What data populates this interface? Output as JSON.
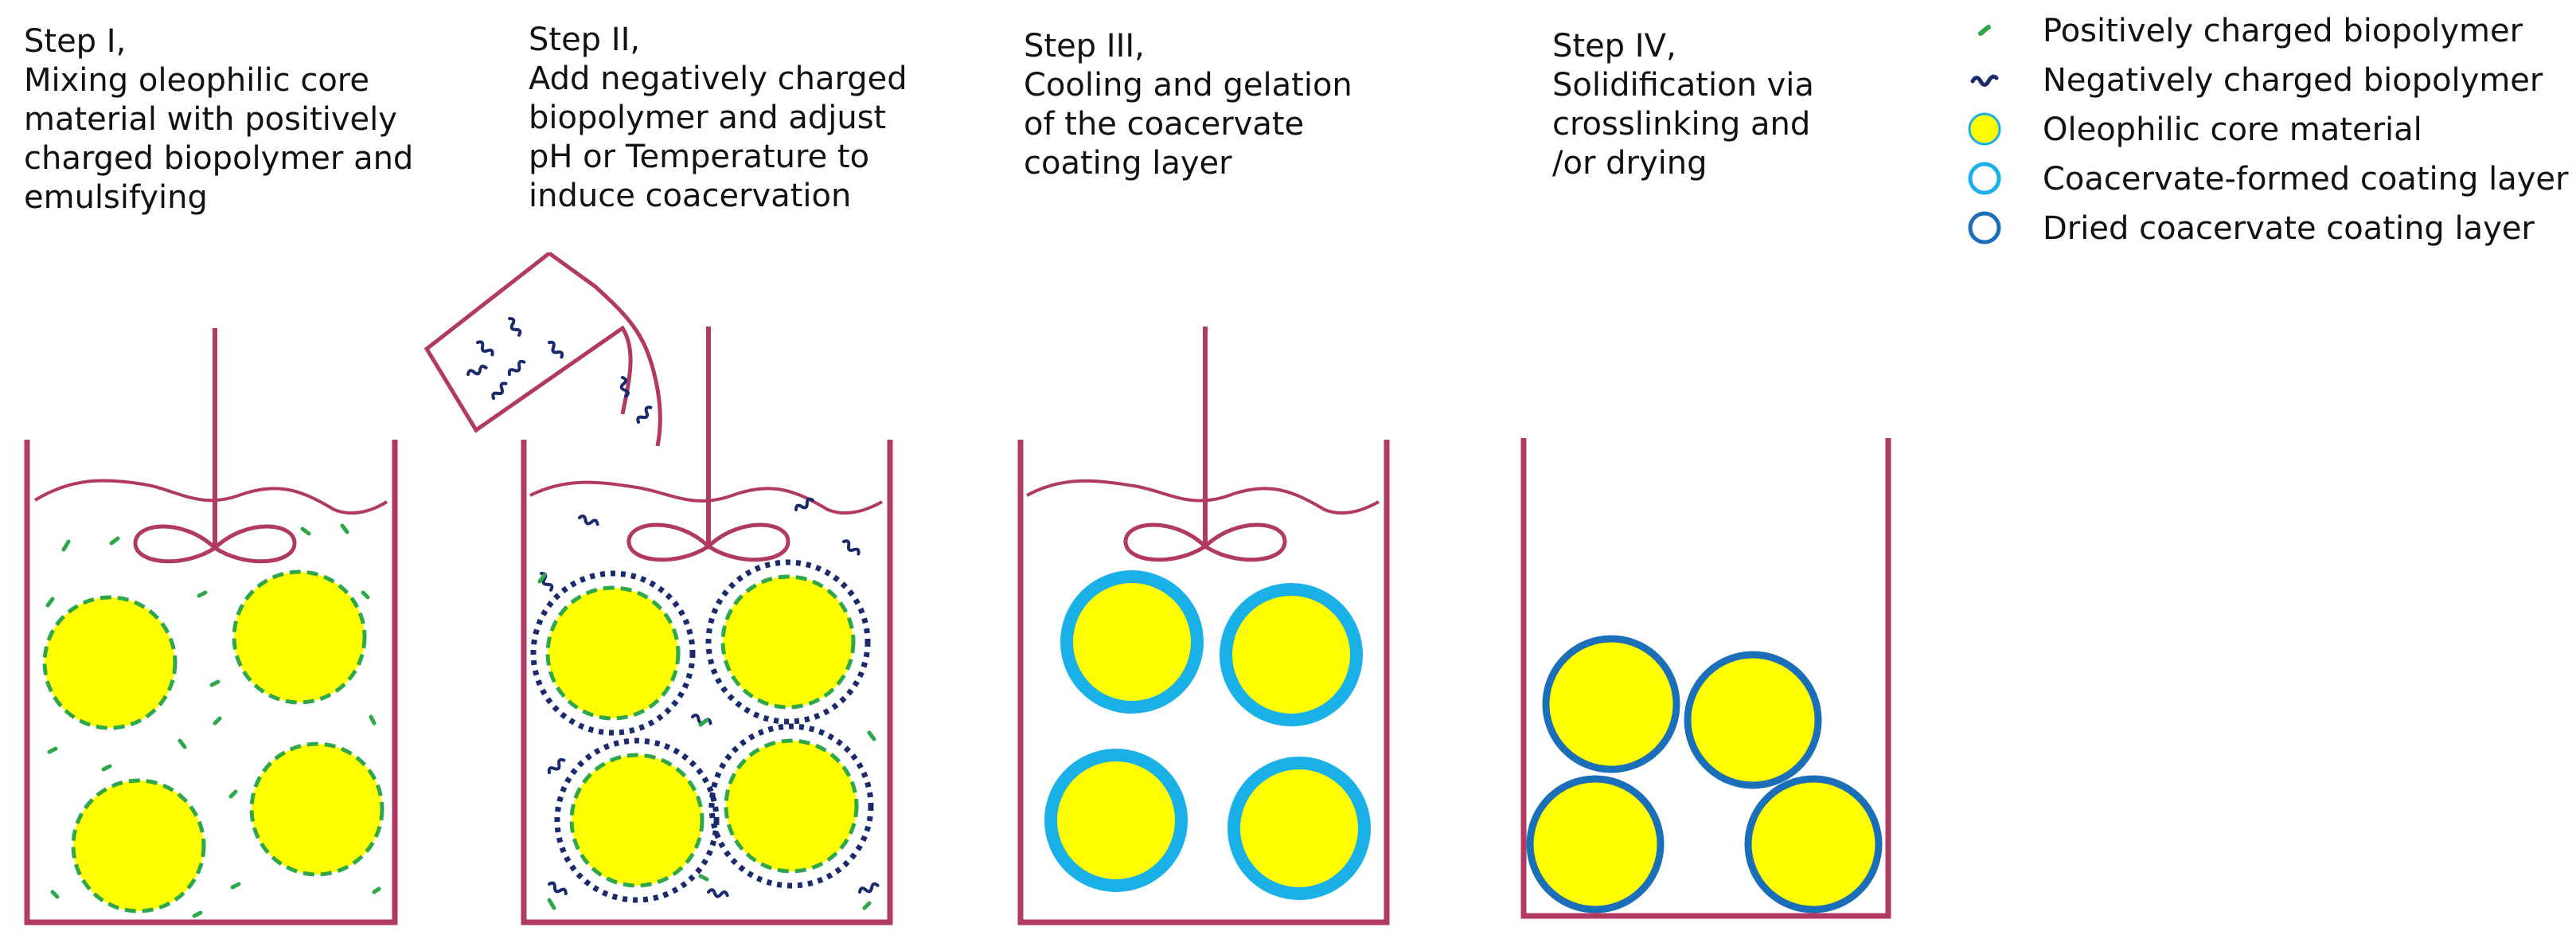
{
  "steps": [
    {
      "title": "Step I,",
      "lines": [
        "Mixing oleophilic core",
        "material with positively",
        "charged biopolymer and",
        "emulsifying"
      ]
    },
    {
      "title": "Step II,",
      "lines": [
        "Add negatively charged",
        "biopolymer and adjust",
        "pH or Temperature to",
        "induce coacervation"
      ]
    },
    {
      "title": "Step III,",
      "lines": [
        "Cooling and gelation",
        "of the coacervate",
        "coating layer"
      ]
    },
    {
      "title": "Step IV,",
      "lines": [
        "Solidification via",
        "crosslinking and",
        "/or drying"
      ]
    }
  ],
  "legend": [
    {
      "label": "Positively charged biopolymer",
      "symbol": "green-dash-icon"
    },
    {
      "label": "Negatively charged biopolymer",
      "symbol": "navy-squiggle-icon"
    },
    {
      "label": "Oleophilic core material",
      "symbol": "yellow-circle-icon"
    },
    {
      "label": "Coacervate-formed coating layer",
      "symbol": "light-blue-ring-icon"
    },
    {
      "label": "Dried coacervate coating layer",
      "symbol": "dark-blue-ring-icon"
    }
  ],
  "colors": {
    "beaker": "#b03a62",
    "core_fill": "#ffff00",
    "positive_polymer": "#2ea84a",
    "negative_polymer": "#1a2a6c",
    "coacervate_ring": "#1ab0e8",
    "dried_ring": "#1a6fb8"
  }
}
